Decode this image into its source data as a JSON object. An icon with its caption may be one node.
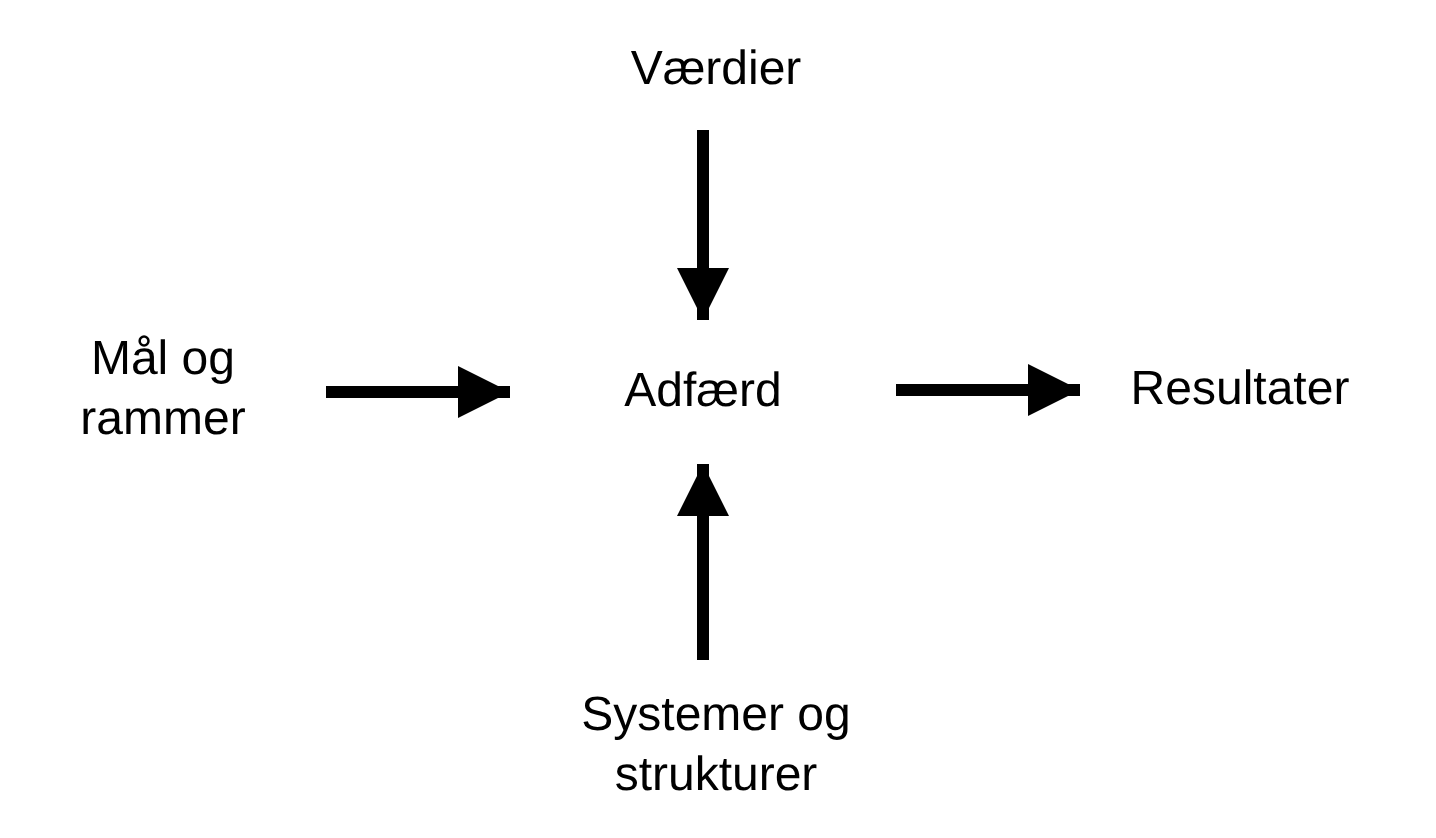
{
  "diagram": {
    "nodes": [
      {
        "text": [
          "Værdier"
        ]
      },
      {
        "text": [
          "Mål og rammer"
        ]
      },
      {
        "text": [
          "Adfærd"
        ]
      },
      {
        "text": [
          "Resultater"
        ]
      },
      {
        "text": [
          "Systemer og strukturer"
        ]
      }
    ],
    "edges": [
      {
        "from": 0,
        "to": 2,
        "arrow": "to"
      },
      {
        "from": 1,
        "to": 2,
        "arrow": "to"
      },
      {
        "from": 2,
        "to": 3,
        "arrow": "to"
      },
      {
        "from": 4,
        "to": 2,
        "arrow": "to"
      }
    ]
  }
}
